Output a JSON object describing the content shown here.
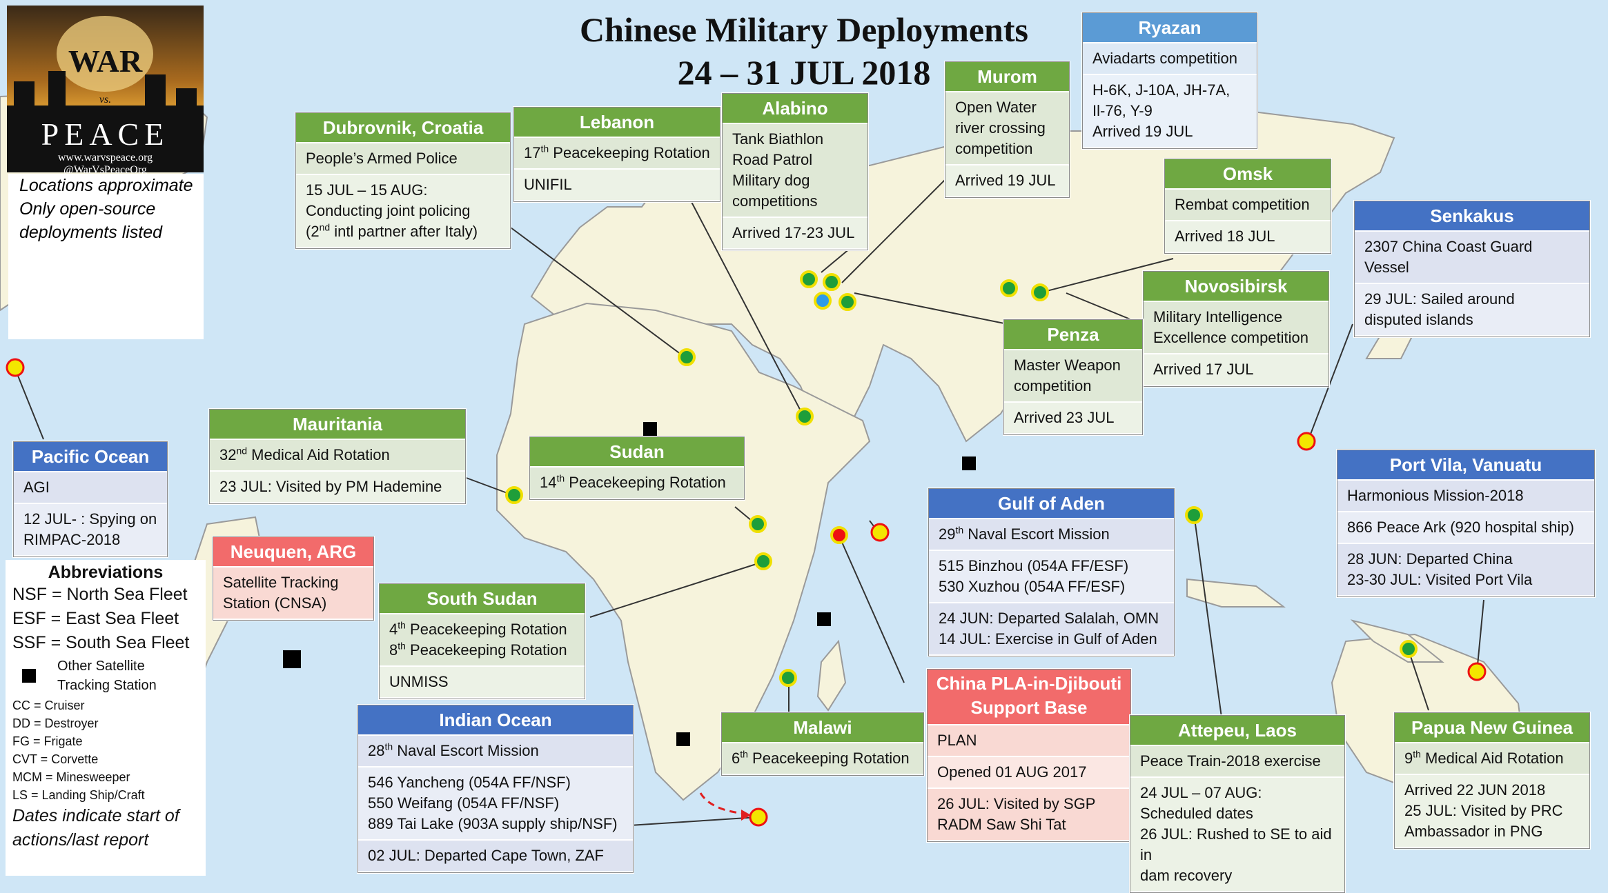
{
  "title": {
    "line1": "Chinese Military Deployments",
    "line2": "24 – 31 JUL 2018"
  },
  "logo": {
    "war": "WAR",
    "vs": "vs.",
    "peace": "PEACE",
    "website": "www.warvspeace.org",
    "handle": "@WarVsPeaceOrg"
  },
  "note": {
    "line1": "Locations approximate",
    "line2": "Only open-source",
    "line3": "deployments listed"
  },
  "abbreviations": {
    "title": "Abbreviations",
    "nsf": "NSF = North Sea Fleet",
    "esf": "ESF = East Sea Fleet",
    "ssf": "SSF = South Sea Fleet",
    "station_line1": "Other Satellite",
    "station_line2": "Tracking Station",
    "cc": "CC = Cruiser",
    "dd": "DD = Destroyer",
    "fg": "FG = Frigate",
    "cvt": "CVT = Corvette",
    "mcm": "MCM = Minesweeper",
    "ls": "LS = Landing Ship/Craft",
    "dates_line1": "Dates indicate start of",
    "dates_line2": "actions/last report"
  },
  "cards": {
    "dubrovnik": {
      "title": "Dubrovnik, Croatia",
      "r1": "People’s Armed Police",
      "r2a": "15 JUL – 15 AUG:",
      "r2b": "Conducting joint policing",
      "r2c_pre": "(2",
      "r2c_sup": "nd",
      "r2c_post": " intl partner after Italy)"
    },
    "lebanon": {
      "title": "Lebanon",
      "r1_pre": "17",
      "r1_sup": "th",
      "r1_post": " Peacekeeping Rotation",
      "r2": "UNIFIL"
    },
    "alabino": {
      "title": "Alabino",
      "r1a": "Tank Biathlon",
      "r1b": "Road Patrol",
      "r1c": "Military dog",
      "r1d": "competitions",
      "r2": "Arrived 17-23 JUL"
    },
    "murom": {
      "title": "Murom",
      "r1a": "Open Water",
      "r1b": "river crossing",
      "r1c": "competition",
      "r2": "Arrived 19 JUL"
    },
    "ryazan": {
      "title": "Ryazan",
      "r1": "Aviadarts competition",
      "r2a": "H-6K, J-10A, JH-7A,",
      "r2b": "Il-76, Y-9",
      "r2c": "Arrived 19 JUL"
    },
    "omsk": {
      "title": "Omsk",
      "r1": "Rembat competition",
      "r2": "Arrived 18 JUL"
    },
    "senkakus": {
      "title": "Senkakus",
      "r1": "2307 China Coast Guard Vessel",
      "r2a": "29 JUL: Sailed around",
      "r2b": "disputed islands"
    },
    "novosibirsk": {
      "title": "Novosibirsk",
      "r1a": "Military Intelligence",
      "r1b": "Excellence competition",
      "r2": "Arrived 17 JUL"
    },
    "penza": {
      "title": "Penza",
      "r1a": "Master Weapon",
      "r1b": "competition",
      "r2": "Arrived 23 JUL"
    },
    "mauritania": {
      "title": "Mauritania",
      "r1_pre": "32",
      "r1_sup": "nd",
      "r1_post": " Medical Aid Rotation",
      "r2": "23 JUL: Visited by PM Hademine"
    },
    "sudan": {
      "title": "Sudan",
      "r1_pre": "14",
      "r1_sup": "th",
      "r1_post": " Peacekeeping Rotation"
    },
    "pacific": {
      "title": "Pacific Ocean",
      "r1": "AGI",
      "r2a": "12 JUL- : Spying on",
      "r2b": "RIMPAC-2018"
    },
    "neuquen": {
      "title": "Neuquen, ARG",
      "r1a": "Satellite Tracking",
      "r1b": "Station (CNSA)"
    },
    "southsudan": {
      "title": "South Sudan",
      "r1a_pre": "4",
      "r1a_sup": "th",
      "r1a_post": " Peacekeeping Rotation",
      "r1b_pre": "8",
      "r1b_sup": "th",
      "r1b_post": " Peacekeeping Rotation",
      "r2": "UNMISS"
    },
    "gulf": {
      "title": "Gulf of Aden",
      "r1_pre": "29",
      "r1_sup": "th",
      "r1_post": " Naval Escort Mission",
      "r2a": "515 Binzhou (054A FF/ESF)",
      "r2b": "530 Xuzhou (054A FF/ESF)",
      "r3a": "24 JUN: Departed Salalah, OMN",
      "r3b": "14 JUL: Exercise in Gulf of Aden"
    },
    "portvila": {
      "title": "Port Vila, Vanuatu",
      "r1": "Harmonious Mission-2018",
      "r2": "866 Peace Ark (920 hospital ship)",
      "r3a": "28 JUN: Departed China",
      "r3b": "23-30 JUL: Visited Port Vila"
    },
    "indian": {
      "title": "Indian Ocean",
      "r1_pre": "28",
      "r1_sup": "th",
      "r1_post": " Naval Escort Mission",
      "r2a": "546 Yancheng (054A FF/NSF)",
      "r2b": "550 Weifang (054A FF/NSF)",
      "r2c": "889 Tai Lake (903A supply ship/NSF)",
      "r3": "02 JUL: Departed Cape Town, ZAF"
    },
    "malawi": {
      "title": "Malawi",
      "r1_pre": "6",
      "r1_sup": "th",
      "r1_post": " Peacekeeping Rotation"
    },
    "djibouti": {
      "title1": "China PLA-in-Djibouti",
      "title2": "Support Base",
      "r1": "PLAN",
      "r2": "Opened 01 AUG 2017",
      "r3a": "26 JUL: Visited by SGP",
      "r3b": "RADM Saw Shi Tat"
    },
    "attepeu": {
      "title": "Attepeu, Laos",
      "r1": "Peace Train-2018 exercise",
      "r2a": "24 JUL – 07 AUG: Scheduled dates",
      "r2b": "26 JUL: Rushed to SE to aid in",
      "r2c": "dam recovery"
    },
    "png": {
      "title": "Papua New Guinea",
      "r1_pre": "9",
      "r1_sup": "th",
      "r1_post": " Medical Aid Rotation",
      "r2a": "Arrived 22 JUN 2018",
      "r2b": "25 JUL: Visited by PRC",
      "r2c": "Ambassador in PNG"
    }
  },
  "colors": {
    "ocean": "#cfe6f6",
    "land": "#f6f3dc",
    "green_header": "#6fa842",
    "blue_header": "#4472c4",
    "light_blue_header": "#5b9bd5",
    "red_header": "#f26b6b",
    "marker_green": "#1e9e3a",
    "marker_yellow": "#f3e600",
    "marker_red": "#ee1111",
    "marker_blue": "#2e9be8"
  }
}
